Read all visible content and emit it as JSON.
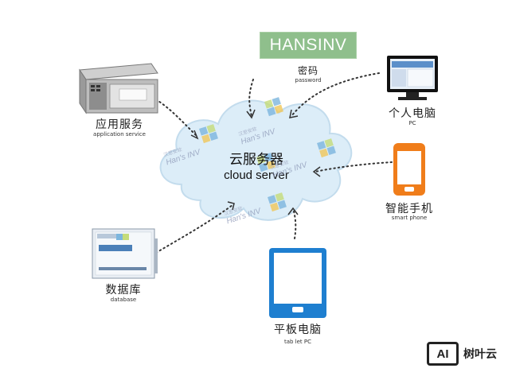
{
  "password_box": {
    "text": "HANSINV",
    "caption_cn": "密码",
    "caption_en": "password"
  },
  "cloud": {
    "title_cn": "云服务器",
    "title_en": "cloud server"
  },
  "nodes": {
    "app_service": {
      "cn": "应用服务",
      "en": "application service"
    },
    "pc": {
      "cn": "个人电脑",
      "en": "PC"
    },
    "smartphone": {
      "cn": "智能手机",
      "en": "smart phone"
    },
    "database": {
      "cn": "数据库",
      "en": "database"
    },
    "tablet": {
      "cn": "平板电脑",
      "en": "tab let PC"
    }
  },
  "watermark": {
    "text": "Han's INV",
    "cn": "汉思安软"
  },
  "brand": {
    "logo": "AI",
    "name": "树叶云"
  },
  "colors": {
    "cloud": "#dcedf8",
    "cloud_edge": "#c3dced",
    "accent_orange": "#f07d1a",
    "tablet_blue": "#1e7fd0",
    "hans_green": "#8fbf8c"
  }
}
